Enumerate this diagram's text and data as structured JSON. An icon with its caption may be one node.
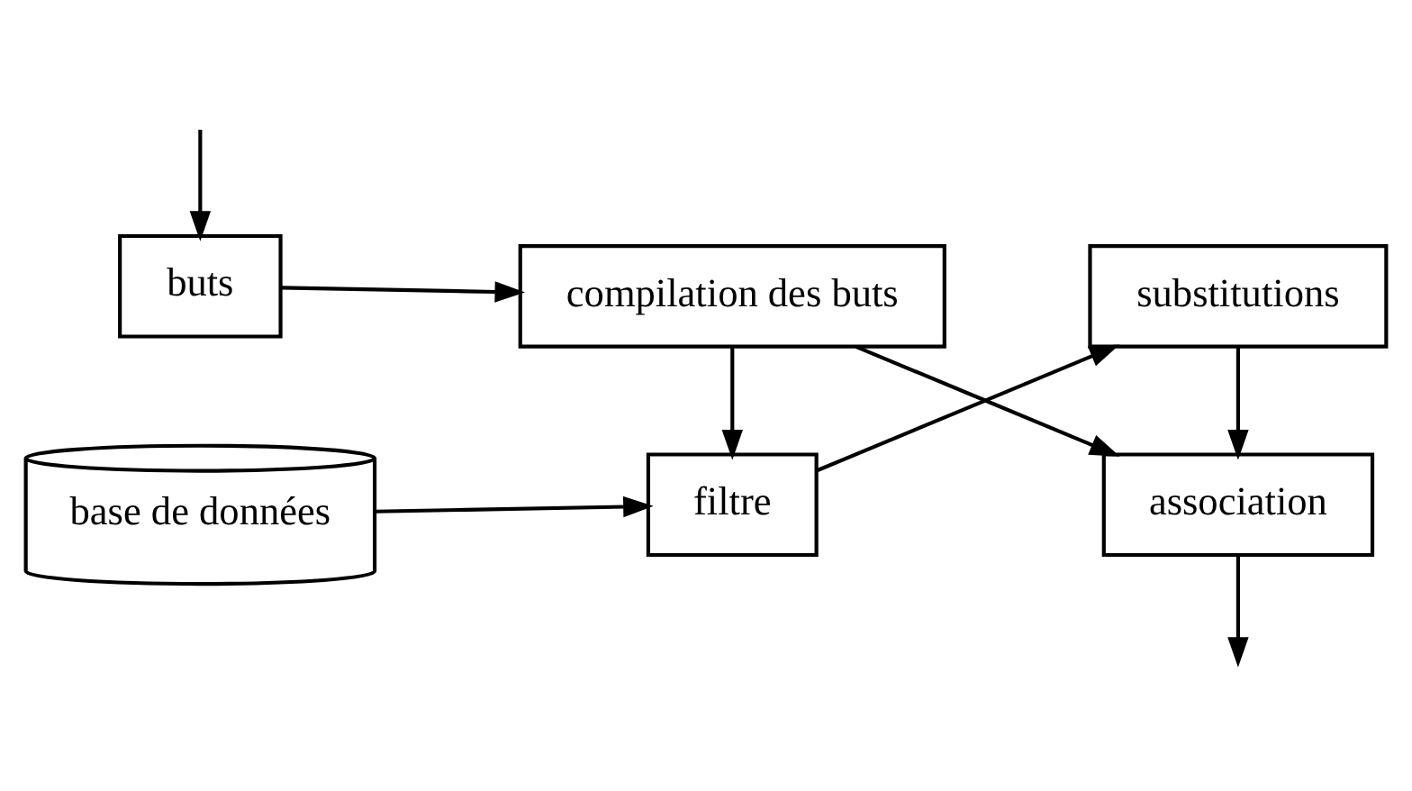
{
  "diagram": {
    "nodes": [
      {
        "text": [
          "buts"
        ]
      },
      {
        "text": [
          "compilation des buts"
        ]
      },
      {
        "text": [
          "association"
        ]
      },
      {
        "text": [
          "base de données"
        ]
      },
      {
        "text": [
          "filtre"
        ]
      },
      {
        "text": [
          "substitutions"
        ]
      }
    ],
    "edges": [
      {
        "from": null,
        "to": 0,
        "arrow": "to"
      },
      {
        "from": 0,
        "to": 1,
        "arrow": "to"
      },
      {
        "from": 1,
        "to": 2,
        "arrow": "to"
      },
      {
        "from": 1,
        "to": 4,
        "arrow": "to"
      },
      {
        "from": 3,
        "to": 4,
        "arrow": "to"
      },
      {
        "from": 4,
        "to": 5,
        "arrow": "to"
      },
      {
        "from": 5,
        "to": 2,
        "arrow": "to"
      },
      {
        "from": 2,
        "to": null,
        "arrow": "to"
      }
    ]
  }
}
